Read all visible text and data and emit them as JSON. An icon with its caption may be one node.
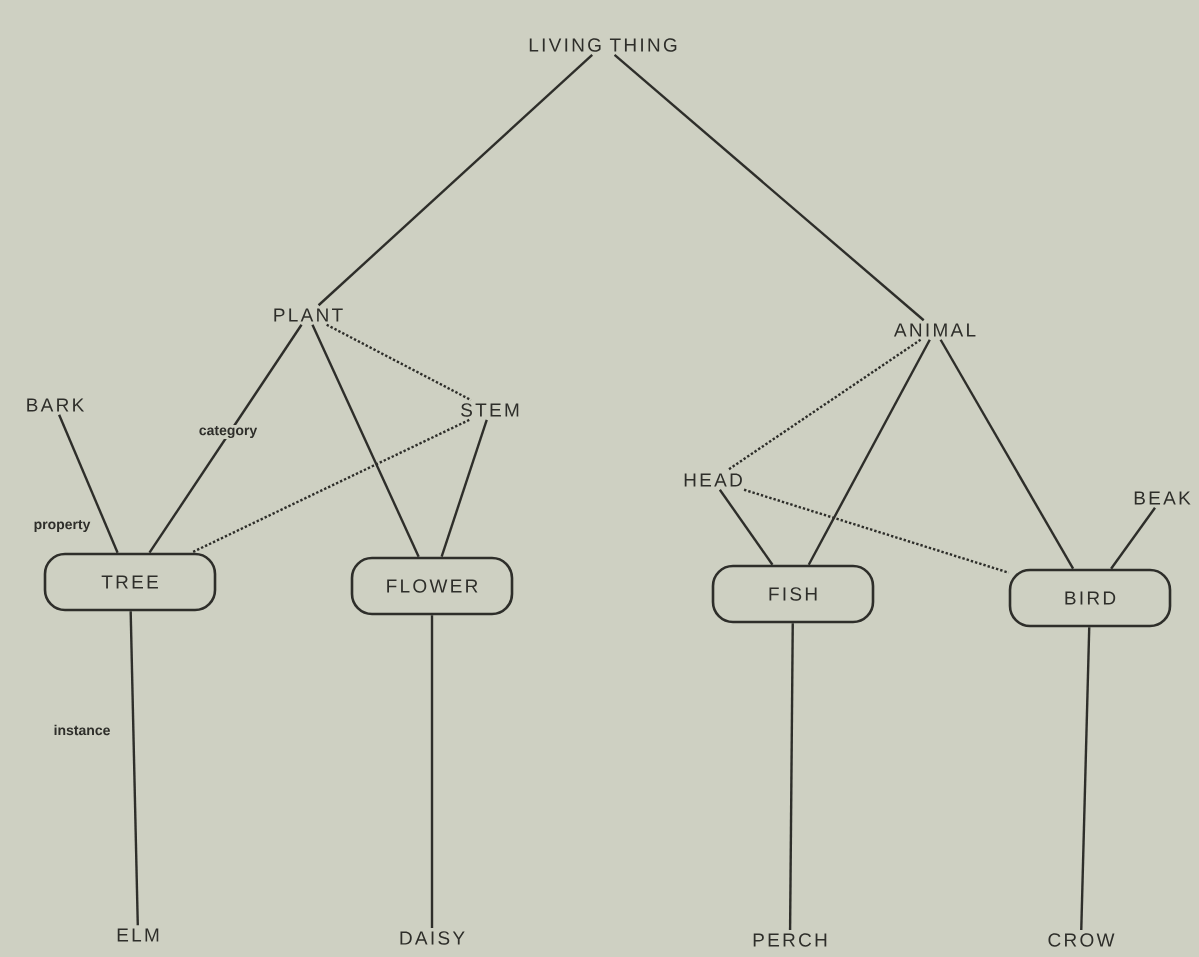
{
  "diagram": {
    "nodes": [
      {
        "text": [
          "LIVING THING"
        ]
      },
      {
        "text": [
          "PLANT"
        ]
      },
      {
        "text": [
          "ANIMAL"
        ]
      },
      {
        "text": [
          "BARK"
        ]
      },
      {
        "text": [
          "STEM"
        ]
      },
      {
        "text": [
          "HEAD"
        ]
      },
      {
        "text": [
          "BEAK"
        ]
      },
      {
        "text": [
          "TREE"
        ]
      },
      {
        "text": [
          "FLOWER"
        ]
      },
      {
        "text": [
          "FISH"
        ]
      },
      {
        "text": [
          "BIRD"
        ]
      },
      {
        "text": [
          "ELM"
        ]
      },
      {
        "text": [
          "DAISY"
        ]
      },
      {
        "text": [
          "PERCH"
        ]
      },
      {
        "text": [
          "CROW"
        ]
      }
    ],
    "edges": [
      {
        "from": 0,
        "to": 1,
        "arrow": "none"
      },
      {
        "from": 0,
        "to": 2,
        "arrow": "none"
      },
      {
        "from": 1,
        "to": 7,
        "arrow": "none",
        "label": "category"
      },
      {
        "from": 1,
        "to": 8,
        "arrow": "none"
      },
      {
        "from": 1,
        "to": 4,
        "arrow": "none",
        "style": "dashed"
      },
      {
        "from": 3,
        "to": 7,
        "arrow": "none",
        "label": "property"
      },
      {
        "from": 4,
        "to": 7,
        "arrow": "none",
        "style": "dashed"
      },
      {
        "from": 4,
        "to": 8,
        "arrow": "none"
      },
      {
        "from": 2,
        "to": 5,
        "arrow": "none",
        "style": "dashed"
      },
      {
        "from": 2,
        "to": 9,
        "arrow": "none"
      },
      {
        "from": 2,
        "to": 10,
        "arrow": "none"
      },
      {
        "from": 5,
        "to": 9,
        "arrow": "none"
      },
      {
        "from": 5,
        "to": 10,
        "arrow": "none",
        "style": "dashed"
      },
      {
        "from": 6,
        "to": 10,
        "arrow": "none"
      },
      {
        "from": 7,
        "to": 11,
        "arrow": "none",
        "label": "instance"
      },
      {
        "from": 8,
        "to": 12,
        "arrow": "none"
      },
      {
        "from": 9,
        "to": 13,
        "arrow": "none"
      },
      {
        "from": 10,
        "to": 14,
        "arrow": "none"
      }
    ]
  }
}
